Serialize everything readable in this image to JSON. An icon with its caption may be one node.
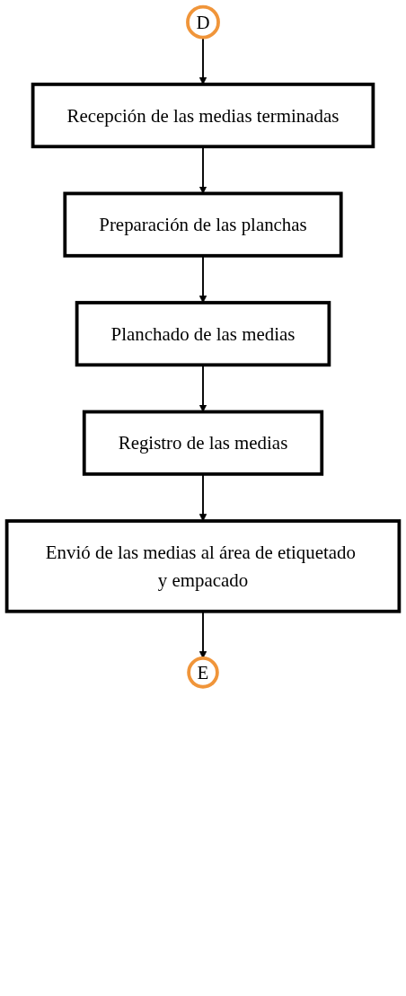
{
  "diagram": {
    "nodes": [
      {
        "text": [
          "D"
        ]
      },
      {
        "text": [
          "Recepción de las medias terminadas"
        ]
      },
      {
        "text": [
          "Preparación de las planchas"
        ]
      },
      {
        "text": [
          "Planchado de las medias"
        ]
      },
      {
        "text": [
          "Registro de las medias"
        ]
      },
      {
        "text": [
          "Envió de las medias al área de etiquetado y empacado"
        ]
      },
      {
        "text": [
          "E"
        ]
      }
    ],
    "edges": [
      {
        "from": 0,
        "to": 1,
        "arrow": "to"
      },
      {
        "from": 1,
        "to": 2,
        "arrow": "to"
      },
      {
        "from": 2,
        "to": 3,
        "arrow": "to"
      },
      {
        "from": 3,
        "to": 4,
        "arrow": "to"
      },
      {
        "from": 4,
        "to": 5,
        "arrow": "to"
      },
      {
        "from": 5,
        "to": 6,
        "arrow": "to"
      }
    ]
  }
}
